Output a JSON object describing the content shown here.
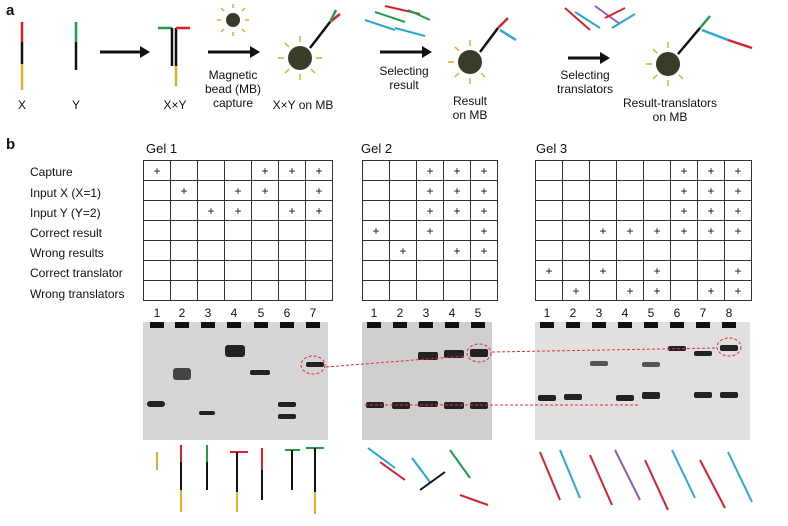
{
  "panel_a": {
    "label": "a",
    "steps": {
      "x": "X",
      "y": "Y",
      "xy": "X×Y",
      "bead_l1": "Magnetic",
      "bead_l2": "bead (MB)",
      "bead_l3": "capture",
      "xy_mb": "X×Y on MB",
      "sel_res_l1": "Selecting",
      "sel_res_l2": "result",
      "res_l1": "Result",
      "res_l2": "on MB",
      "sel_tr_l1": "Selecting",
      "sel_tr_l2": "translators",
      "rt_l1": "Result-translators",
      "rt_l2": "on MB"
    }
  },
  "panel_b": {
    "label": "b",
    "row_labels": [
      "Capture",
      "Input X (X=1)",
      "Input Y (Y=2)",
      "Correct result",
      "Wrong results",
      "Correct translator",
      "Wrong translators"
    ],
    "gels": [
      {
        "title": "Gel 1",
        "lanes": [
          "1",
          "2",
          "3",
          "4",
          "5",
          "6",
          "7"
        ],
        "rows": [
          [
            "+",
            "",
            "",
            "",
            "+",
            "+",
            "+"
          ],
          [
            "",
            "+",
            "",
            "+",
            "+",
            "",
            "+"
          ],
          [
            "",
            "",
            "+",
            "+",
            "",
            "+",
            "+"
          ],
          [
            "",
            "",
            "",
            "",
            "",
            "",
            ""
          ],
          [
            "",
            "",
            "",
            "",
            "",
            "",
            ""
          ],
          [
            "",
            "",
            "",
            "",
            "",
            "",
            ""
          ],
          [
            "",
            "",
            "",
            "",
            "",
            "",
            ""
          ]
        ]
      },
      {
        "title": "Gel 2",
        "lanes": [
          "1",
          "2",
          "3",
          "4",
          "5"
        ],
        "rows": [
          [
            "",
            "",
            "+",
            "+",
            "+"
          ],
          [
            "",
            "",
            "+",
            "+",
            "+"
          ],
          [
            "",
            "",
            "+",
            "+",
            "+"
          ],
          [
            "+",
            "",
            "+",
            "",
            "+"
          ],
          [
            "",
            "+",
            "",
            "+",
            "+"
          ],
          [
            "",
            "",
            "",
            "",
            ""
          ],
          [
            "",
            "",
            "",
            "",
            ""
          ]
        ]
      },
      {
        "title": "Gel 3",
        "lanes": [
          "1",
          "2",
          "3",
          "4",
          "5",
          "6",
          "7",
          "8"
        ],
        "rows": [
          [
            "",
            "",
            "",
            "",
            "",
            "+",
            "+",
            "+"
          ],
          [
            "",
            "",
            "",
            "",
            "",
            "+",
            "+",
            "+"
          ],
          [
            "",
            "",
            "",
            "",
            "",
            "+",
            "+",
            "+"
          ],
          [
            "",
            "",
            "+",
            "+",
            "+",
            "+",
            "+",
            "+"
          ],
          [
            "",
            "",
            "",
            "",
            "",
            "",
            "",
            ""
          ],
          [
            "+",
            "",
            "+",
            "",
            "+",
            "",
            "",
            "+"
          ],
          [
            "",
            "+",
            "",
            "+",
            "+",
            "",
            "+",
            "+"
          ]
        ]
      }
    ]
  },
  "colors": {
    "red": "#d8232a",
    "green": "#1f9e4a",
    "blue": "#2aa6d8",
    "yellow": "#e0ad2c",
    "black": "#111111",
    "bead": "#3b3b2a",
    "guide": "#e03030"
  }
}
